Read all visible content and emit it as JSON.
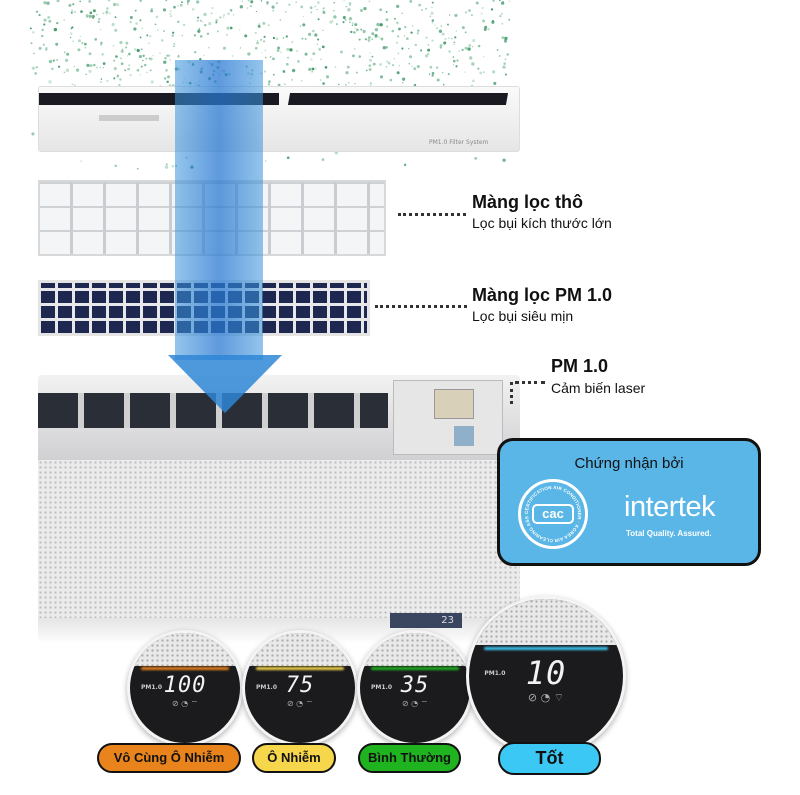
{
  "product": {
    "filter_system_label": "PM1.0 Filter System",
    "display_temp": "23"
  },
  "callouts": [
    {
      "title": "Màng lọc thô",
      "subtitle": "Lọc bụi kích thước lớn"
    },
    {
      "title": "Màng lọc PM 1.0",
      "subtitle": "Lọc bụi siêu mịn"
    },
    {
      "title": "PM 1.0",
      "subtitle": "Cảm biến laser"
    }
  ],
  "certification": {
    "heading": "Chứng nhận bởi",
    "cac_logo": "cac",
    "cac_ring_text": "CERTIFICATION AIR CONDITIONER · KOREA AIR CLEANING ASSOCIATION",
    "intertek_logo": "intertek",
    "intertek_tagline": "Total Quality. Assured.",
    "background_color": "#5ab6e6"
  },
  "displays": [
    {
      "pm_label": "PM1.0",
      "value": "100",
      "level": "Vô Cùng Ô Nhiễm",
      "color": "#e9841c"
    },
    {
      "pm_label": "PM1.0",
      "value": "75",
      "level": "Ô Nhiễm",
      "color": "#f6d64a"
    },
    {
      "pm_label": "PM1.0",
      "value": "35",
      "level": "Bình Thường",
      "color": "#20b320"
    },
    {
      "pm_label": "PM1.0",
      "value": "10",
      "level": "Tốt",
      "color": "#3cc8f4"
    }
  ],
  "icons": [
    "dust-particles",
    "airflow-arrow",
    "fan-icon",
    "timer-icon",
    "wifi-icon"
  ]
}
